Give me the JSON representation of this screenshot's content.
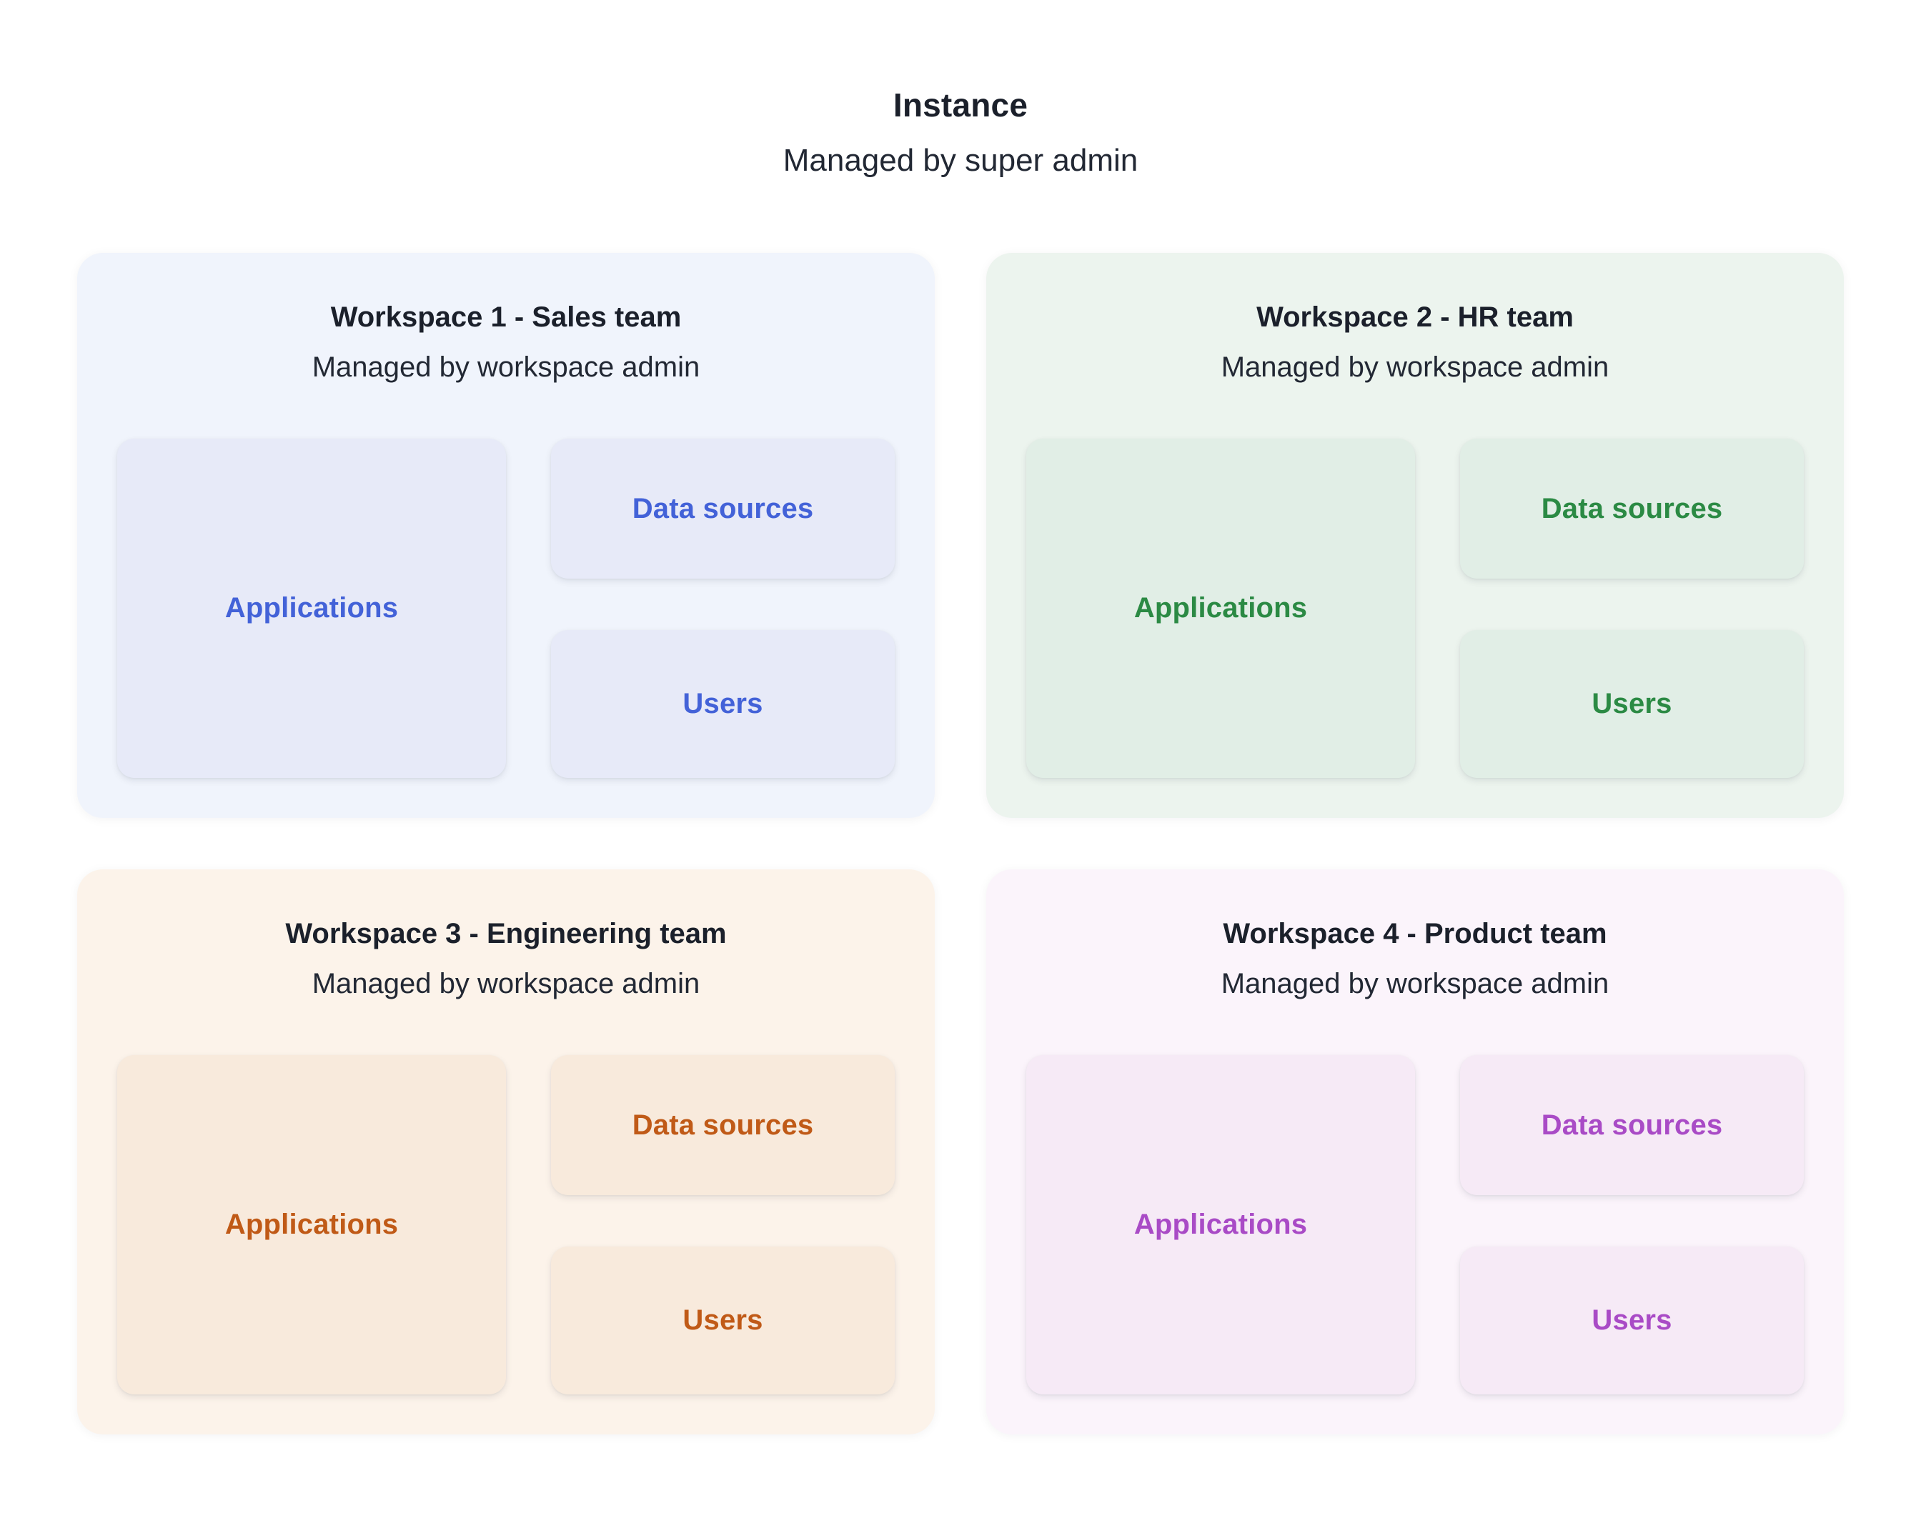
{
  "page": {
    "title": "Instance",
    "subtitle": "Managed by super admin",
    "background_color": "#ffffff",
    "text_color": "#1b202b"
  },
  "workspaces": [
    {
      "title": "Workspace 1 - Sales team",
      "subtitle": "Managed by workspace admin",
      "boxes": {
        "applications": "Applications",
        "data_sources": "Data sources",
        "users": "Users"
      },
      "colors": {
        "card_bg": "#F0F4FC",
        "box_bg": "#E7EAF8",
        "accent": "#4362D8"
      }
    },
    {
      "title": "Workspace 2 - HR team",
      "subtitle": "Managed by workspace admin",
      "boxes": {
        "applications": "Applications",
        "data_sources": "Data sources",
        "users": "Users"
      },
      "colors": {
        "card_bg": "#ECF4EE",
        "box_bg": "#E1EEE6",
        "accent": "#2B8A44"
      }
    },
    {
      "title": "Workspace 3 - Engineering team",
      "subtitle": "Managed by workspace admin",
      "boxes": {
        "applications": "Applications",
        "data_sources": "Data sources",
        "users": "Users"
      },
      "colors": {
        "card_bg": "#FCF3EA",
        "box_bg": "#F8EADC",
        "accent": "#C05A17"
      }
    },
    {
      "title": "Workspace 4 - Product team",
      "subtitle": "Managed by workspace admin",
      "boxes": {
        "applications": "Applications",
        "data_sources": "Data sources",
        "users": "Users"
      },
      "colors": {
        "card_bg": "#FBF4FB",
        "box_bg": "#F6EAF6",
        "accent": "#A94BC6"
      }
    }
  ]
}
